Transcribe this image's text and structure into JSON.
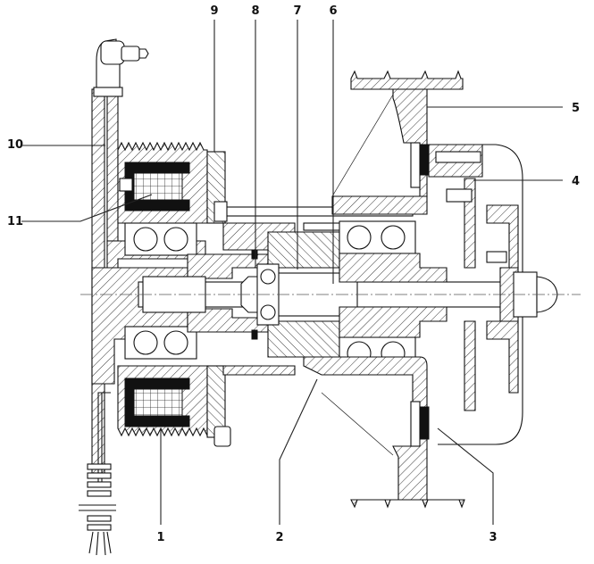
{
  "diagram": {
    "type": "engineering cross-section drawing",
    "callouts": [
      {
        "id": "1",
        "label": "1"
      },
      {
        "id": "2",
        "label": "2"
      },
      {
        "id": "3",
        "label": "3"
      },
      {
        "id": "4",
        "label": "4"
      },
      {
        "id": "5",
        "label": "5"
      },
      {
        "id": "6",
        "label": "6"
      },
      {
        "id": "7",
        "label": "7"
      },
      {
        "id": "8",
        "label": "8"
      },
      {
        "id": "9",
        "label": "9"
      },
      {
        "id": "10",
        "label": "10"
      },
      {
        "id": "11",
        "label": "11"
      }
    ],
    "colors": {
      "line": "#111111",
      "background": "#ffffff",
      "solid_fill": "#111111"
    }
  }
}
